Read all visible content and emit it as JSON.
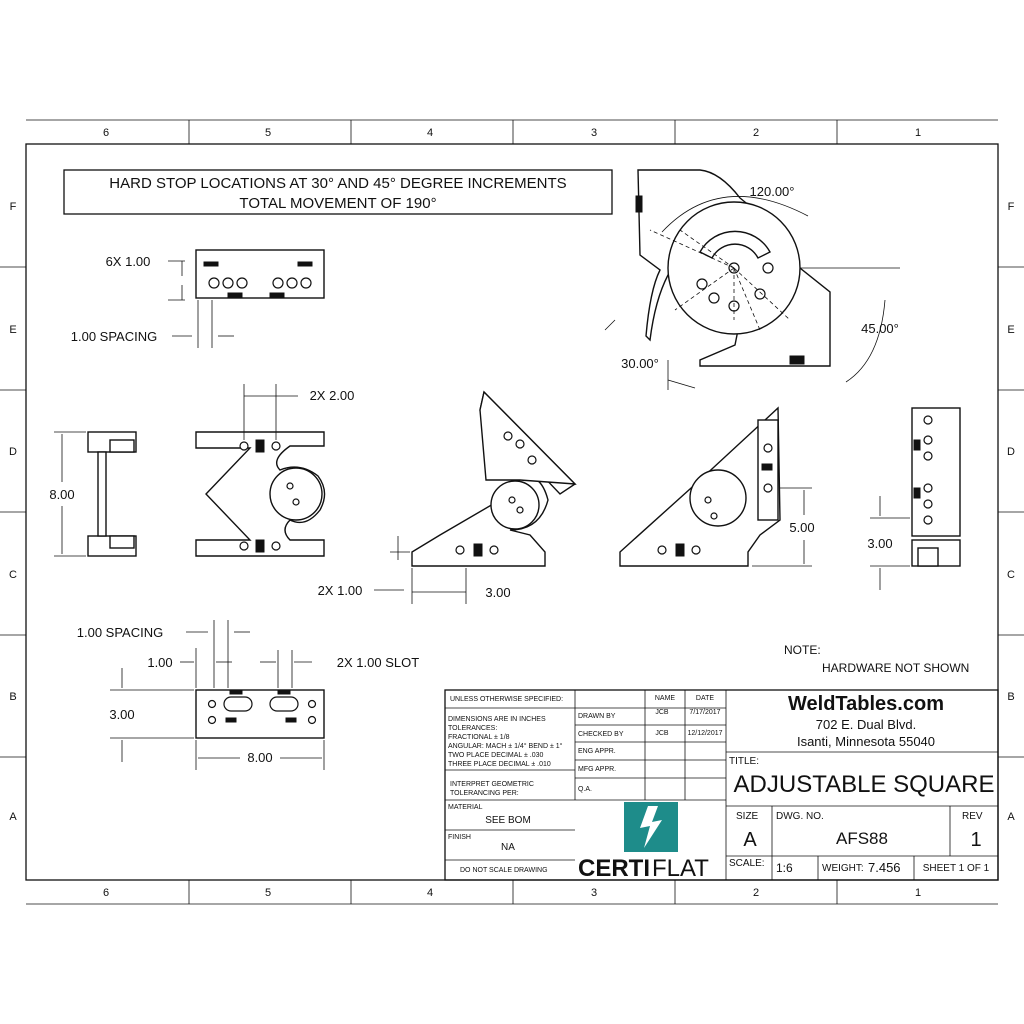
{
  "zones": {
    "columns": [
      "6",
      "5",
      "4",
      "3",
      "2",
      "1"
    ],
    "rows": [
      "F",
      "E",
      "D",
      "C",
      "B",
      "A"
    ]
  },
  "header_note": {
    "line1": "HARD STOP LOCATIONS AT 30° AND 45° DEGREE INCREMENTS",
    "line2": "TOTAL MOVEMENT OF 190°"
  },
  "dimensions": {
    "holes_6x": "6X 1.00",
    "spacing_top": "1.00 SPACING",
    "angle_120": "120.00°",
    "angle_45": "45.00°",
    "angle_30": "30.00°",
    "width_2x": "2X 2.00",
    "height_8": "8.00",
    "edge_2x": "2X 1.00",
    "offset_3": "3.00",
    "height_5": "5.00",
    "side_3": "3.00",
    "spacing_bottom": "1.00 SPACING",
    "slot_offset": "1.00",
    "slot_2x": "2X 1.00 SLOT",
    "plate_height": "3.00",
    "plate_width": "8.00"
  },
  "note": {
    "label": "NOTE:",
    "text": "HARDWARE NOT SHOWN"
  },
  "title_block": {
    "unless": "UNLESS OTHERWISE SPECIFIED:",
    "tol_lines": [
      "DIMENSIONS ARE IN INCHES",
      "TOLERANCES:",
      "FRACTIONAL ± 1/8",
      "ANGULAR: MACH ± 1/4° BEND ± 1°",
      "TWO PLACE DECIMAL    ± .030",
      "THREE PLACE DECIMAL  ± .010"
    ],
    "interpret": [
      "INTERPRET GEOMETRIC",
      "TOLERANCING PER:"
    ],
    "material_label": "MATERIAL",
    "material_value": "SEE BOM",
    "finish_label": "FINISH",
    "finish_value": "NA",
    "do_not_scale": "DO NOT SCALE DRAWING",
    "col_name": "NAME",
    "col_date": "DATE",
    "rows": [
      {
        "label": "DRAWN BY",
        "name": "JCB",
        "date": "7/17/2017"
      },
      {
        "label": "CHECKED BY",
        "name": "JCB",
        "date": "12/12/2017"
      },
      {
        "label": "ENG APPR.",
        "name": "",
        "date": ""
      },
      {
        "label": "MFG APPR.",
        "name": "",
        "date": ""
      },
      {
        "label": "Q.A.",
        "name": "",
        "date": ""
      }
    ],
    "company": "WeldTables.com",
    "address1": "702 E. Dual Blvd.",
    "address2": "Isanti, Minnesota 55040",
    "title_label": "TITLE:",
    "title": "ADJUSTABLE SQUARE",
    "size_label": "SIZE",
    "size": "A",
    "dwg_label": "DWG.  NO.",
    "dwg_no": "AFS88",
    "rev_label": "REV",
    "rev": "1",
    "scale_label": "SCALE:",
    "scale": "1:6",
    "weight_label": "WEIGHT:",
    "weight": "7.456",
    "sheet": "SHEET 1 OF 1",
    "logo_certi": "CERTI",
    "logo_flat": "FLAT",
    "logo_color": "#1e8c8a"
  }
}
